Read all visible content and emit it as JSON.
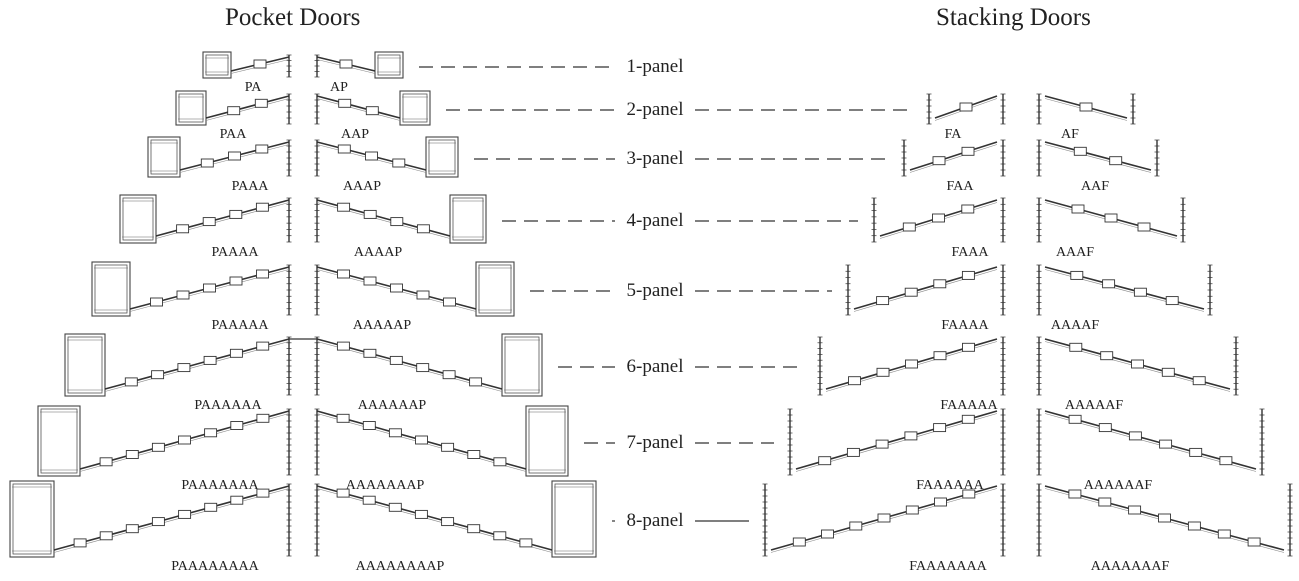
{
  "titles": {
    "pocket": "Pocket Doors",
    "stacking": "Stacking Doors"
  },
  "rows": [
    {
      "label": "1-panel",
      "pocket_left": "PA",
      "pocket_right": "AP",
      "stack_left": "",
      "stack_right": ""
    },
    {
      "label": "2-panel",
      "pocket_left": "PAA",
      "pocket_right": "AAP",
      "stack_left": "FA",
      "stack_right": "AF"
    },
    {
      "label": "3-panel",
      "pocket_left": "PAAA",
      "pocket_right": "AAAP",
      "stack_left": "FAA",
      "stack_right": "AAF"
    },
    {
      "label": "4-panel",
      "pocket_left": "PAAAA",
      "pocket_right": "AAAAP",
      "stack_left": "FAAA",
      "stack_right": "AAAF"
    },
    {
      "label": "5-panel",
      "pocket_left": "PAAAAA",
      "pocket_right": "AAAAAP",
      "stack_left": "FAAAA",
      "stack_right": "AAAAF"
    },
    {
      "label": "6-panel",
      "pocket_left": "PAAAAAA",
      "pocket_right": "AAAAAAP",
      "stack_left": "FAAAAA",
      "stack_right": "AAAAAF"
    },
    {
      "label": "7-panel",
      "pocket_left": "PAAAAAAA",
      "pocket_right": "AAAAAAAP",
      "stack_left": "FAAAAAA",
      "stack_right": "AAAAAAF"
    },
    {
      "label": "8-panel",
      "pocket_left": "PAAAAAAAA",
      "pocket_right": "AAAAAAAAP",
      "stack_left": "FAAAAAAA",
      "stack_right": "AAAAAAAF"
    }
  ]
}
